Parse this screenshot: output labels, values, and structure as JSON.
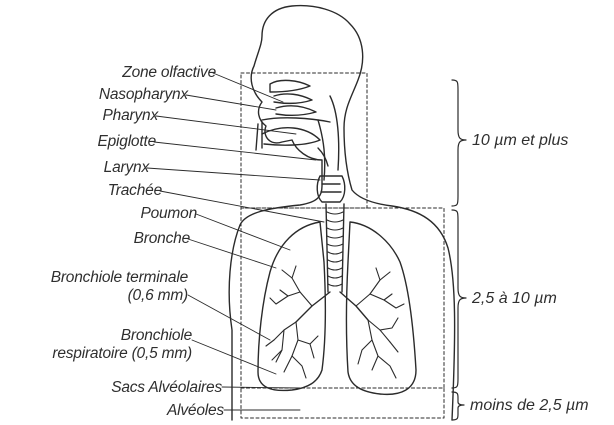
{
  "labels": {
    "zone_olfactive": "Zone olfactive",
    "nasopharynx": "Nasopharynx",
    "pharynx": "Pharynx",
    "epiglotte": "Epiglotte",
    "larynx": "Larynx",
    "trachee": "Trachée",
    "poumon": "Poumon",
    "bronche": "Bronche",
    "bronchiole_terminale_1": "Bronchiole terminale",
    "bronchiole_terminale_2": "(0,6 mm)",
    "bronchiole_respiratoire_1": "Bronchiole",
    "bronchiole_respiratoire_2": "respiratoire (0,5 mm)",
    "sacs_alveolaires": "Sacs Alvéolaires",
    "alveoles": "Alvéoles"
  },
  "size_zones": {
    "upper": "10 µm et plus",
    "middle": "2,5 à 10 µm",
    "lower": "moins de 2,5 µm"
  },
  "colors": {
    "ink": "#2b2b2b",
    "background": "#ffffff"
  }
}
